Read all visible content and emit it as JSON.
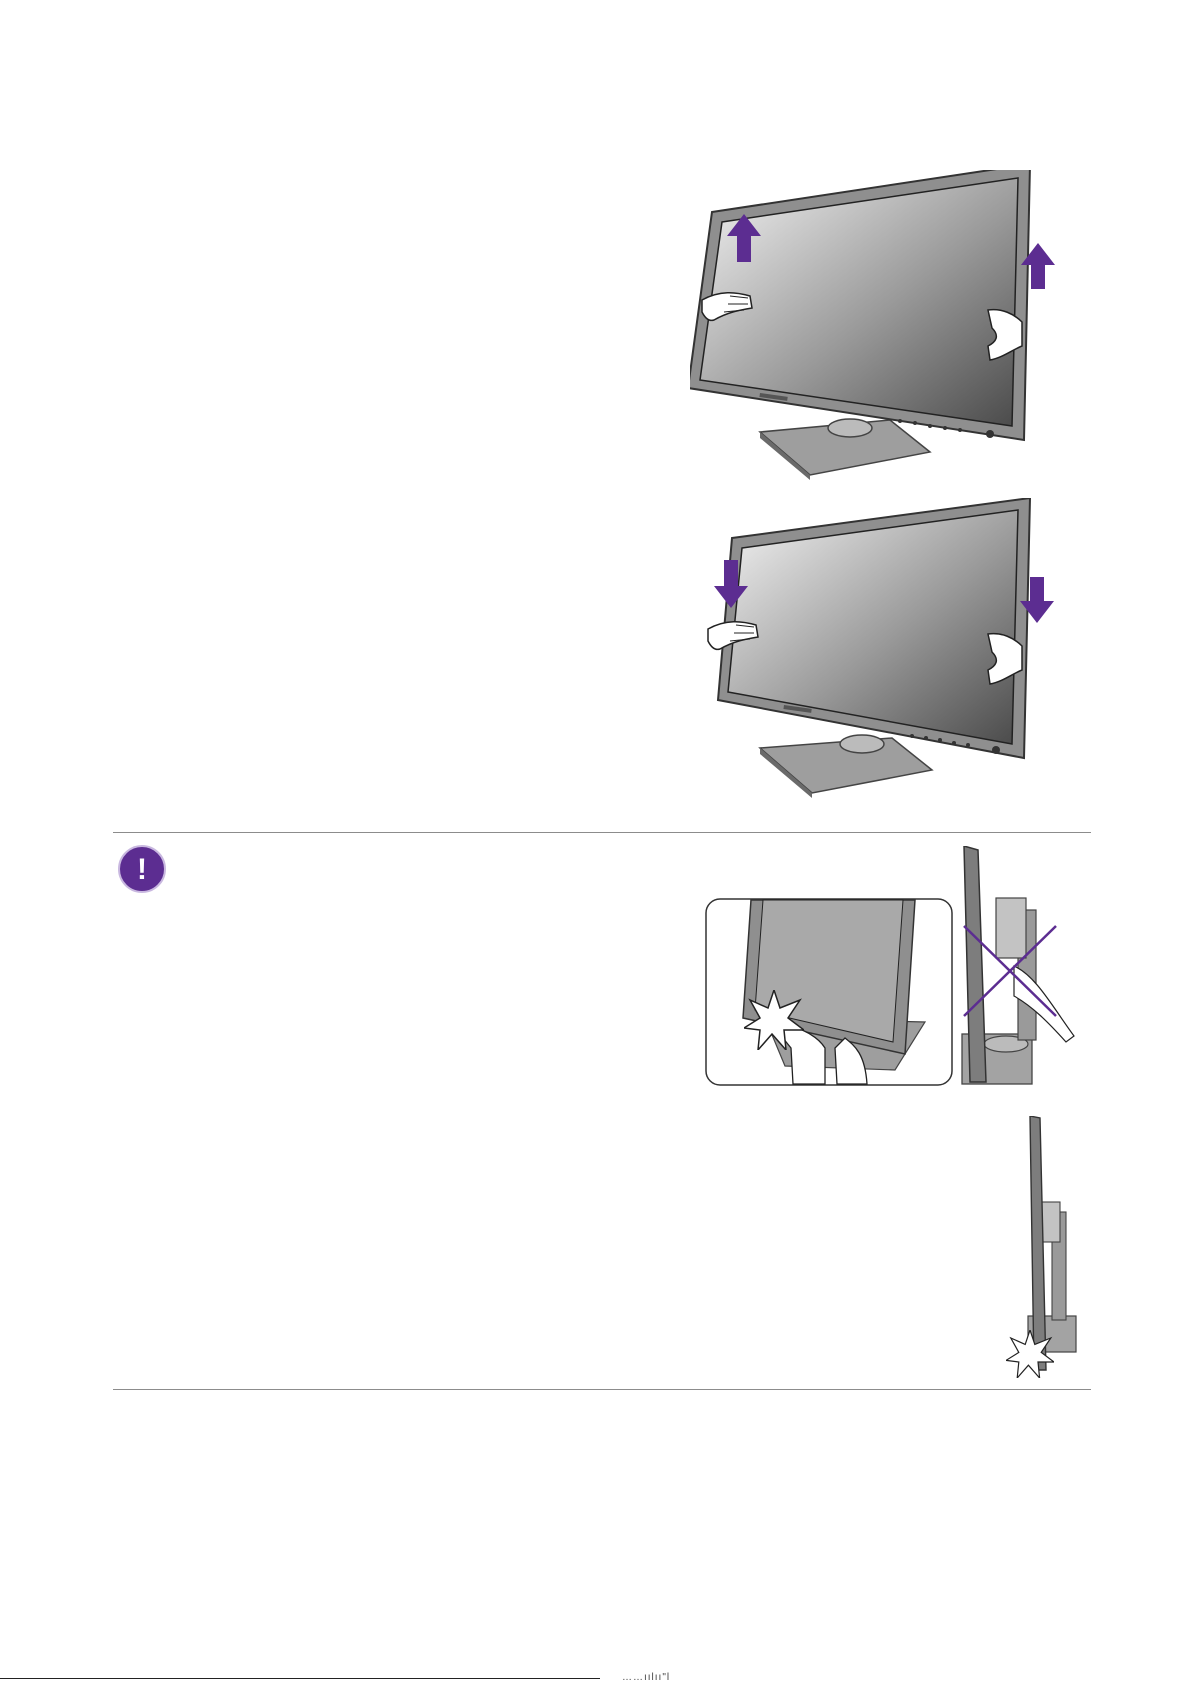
{
  "page": {
    "footer_mark": "……ıılıı\"Ɩ",
    "colors": {
      "accent_purple": "#5c2d91",
      "rule_gray": "#8c8c8c",
      "monitor_dark": "#3a3a3a",
      "monitor_frame": "#8f8f8f"
    }
  },
  "illustrations": [
    {
      "name": "monitor-lift-up",
      "icon": "arrow-up-icon"
    },
    {
      "name": "monitor-push-down",
      "icon": "arrow-down-icon"
    },
    {
      "name": "pinch-warning-front",
      "icon": "pinch-burst-icon"
    },
    {
      "name": "do-not-hold-side",
      "icon": "cross-mark-icon"
    },
    {
      "name": "pinch-warning-side",
      "icon": "pinch-burst-icon"
    }
  ],
  "note": {
    "icon": "warning-exclamation-icon",
    "symbol": "!"
  }
}
